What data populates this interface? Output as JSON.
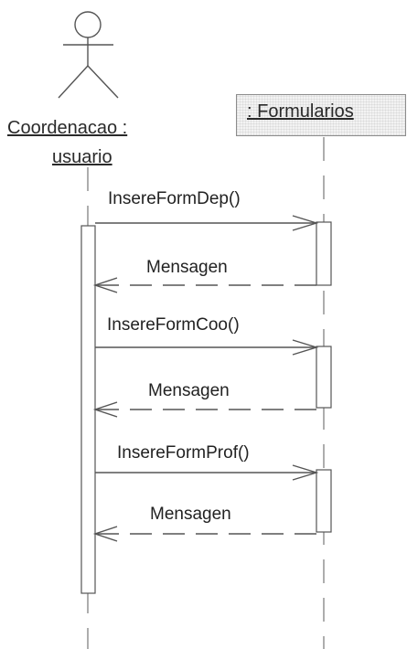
{
  "actor": {
    "name_line1": "Coordenacao :",
    "name_line2": "usuario"
  },
  "object": {
    "name": ": Formularios"
  },
  "messages": [
    {
      "label": "InsereFormDep()",
      "kind": "call"
    },
    {
      "label": "Mensagen",
      "kind": "return"
    },
    {
      "label": "InsereFormCoo()",
      "kind": "call"
    },
    {
      "label": "Mensagen",
      "kind": "return"
    },
    {
      "label": "InsereFormProf()",
      "kind": "call"
    },
    {
      "label": "Mensagen",
      "kind": "return"
    }
  ],
  "colors": {
    "line": "#555555",
    "lifeline": "#777777",
    "activation_fill": "#ffffff"
  }
}
